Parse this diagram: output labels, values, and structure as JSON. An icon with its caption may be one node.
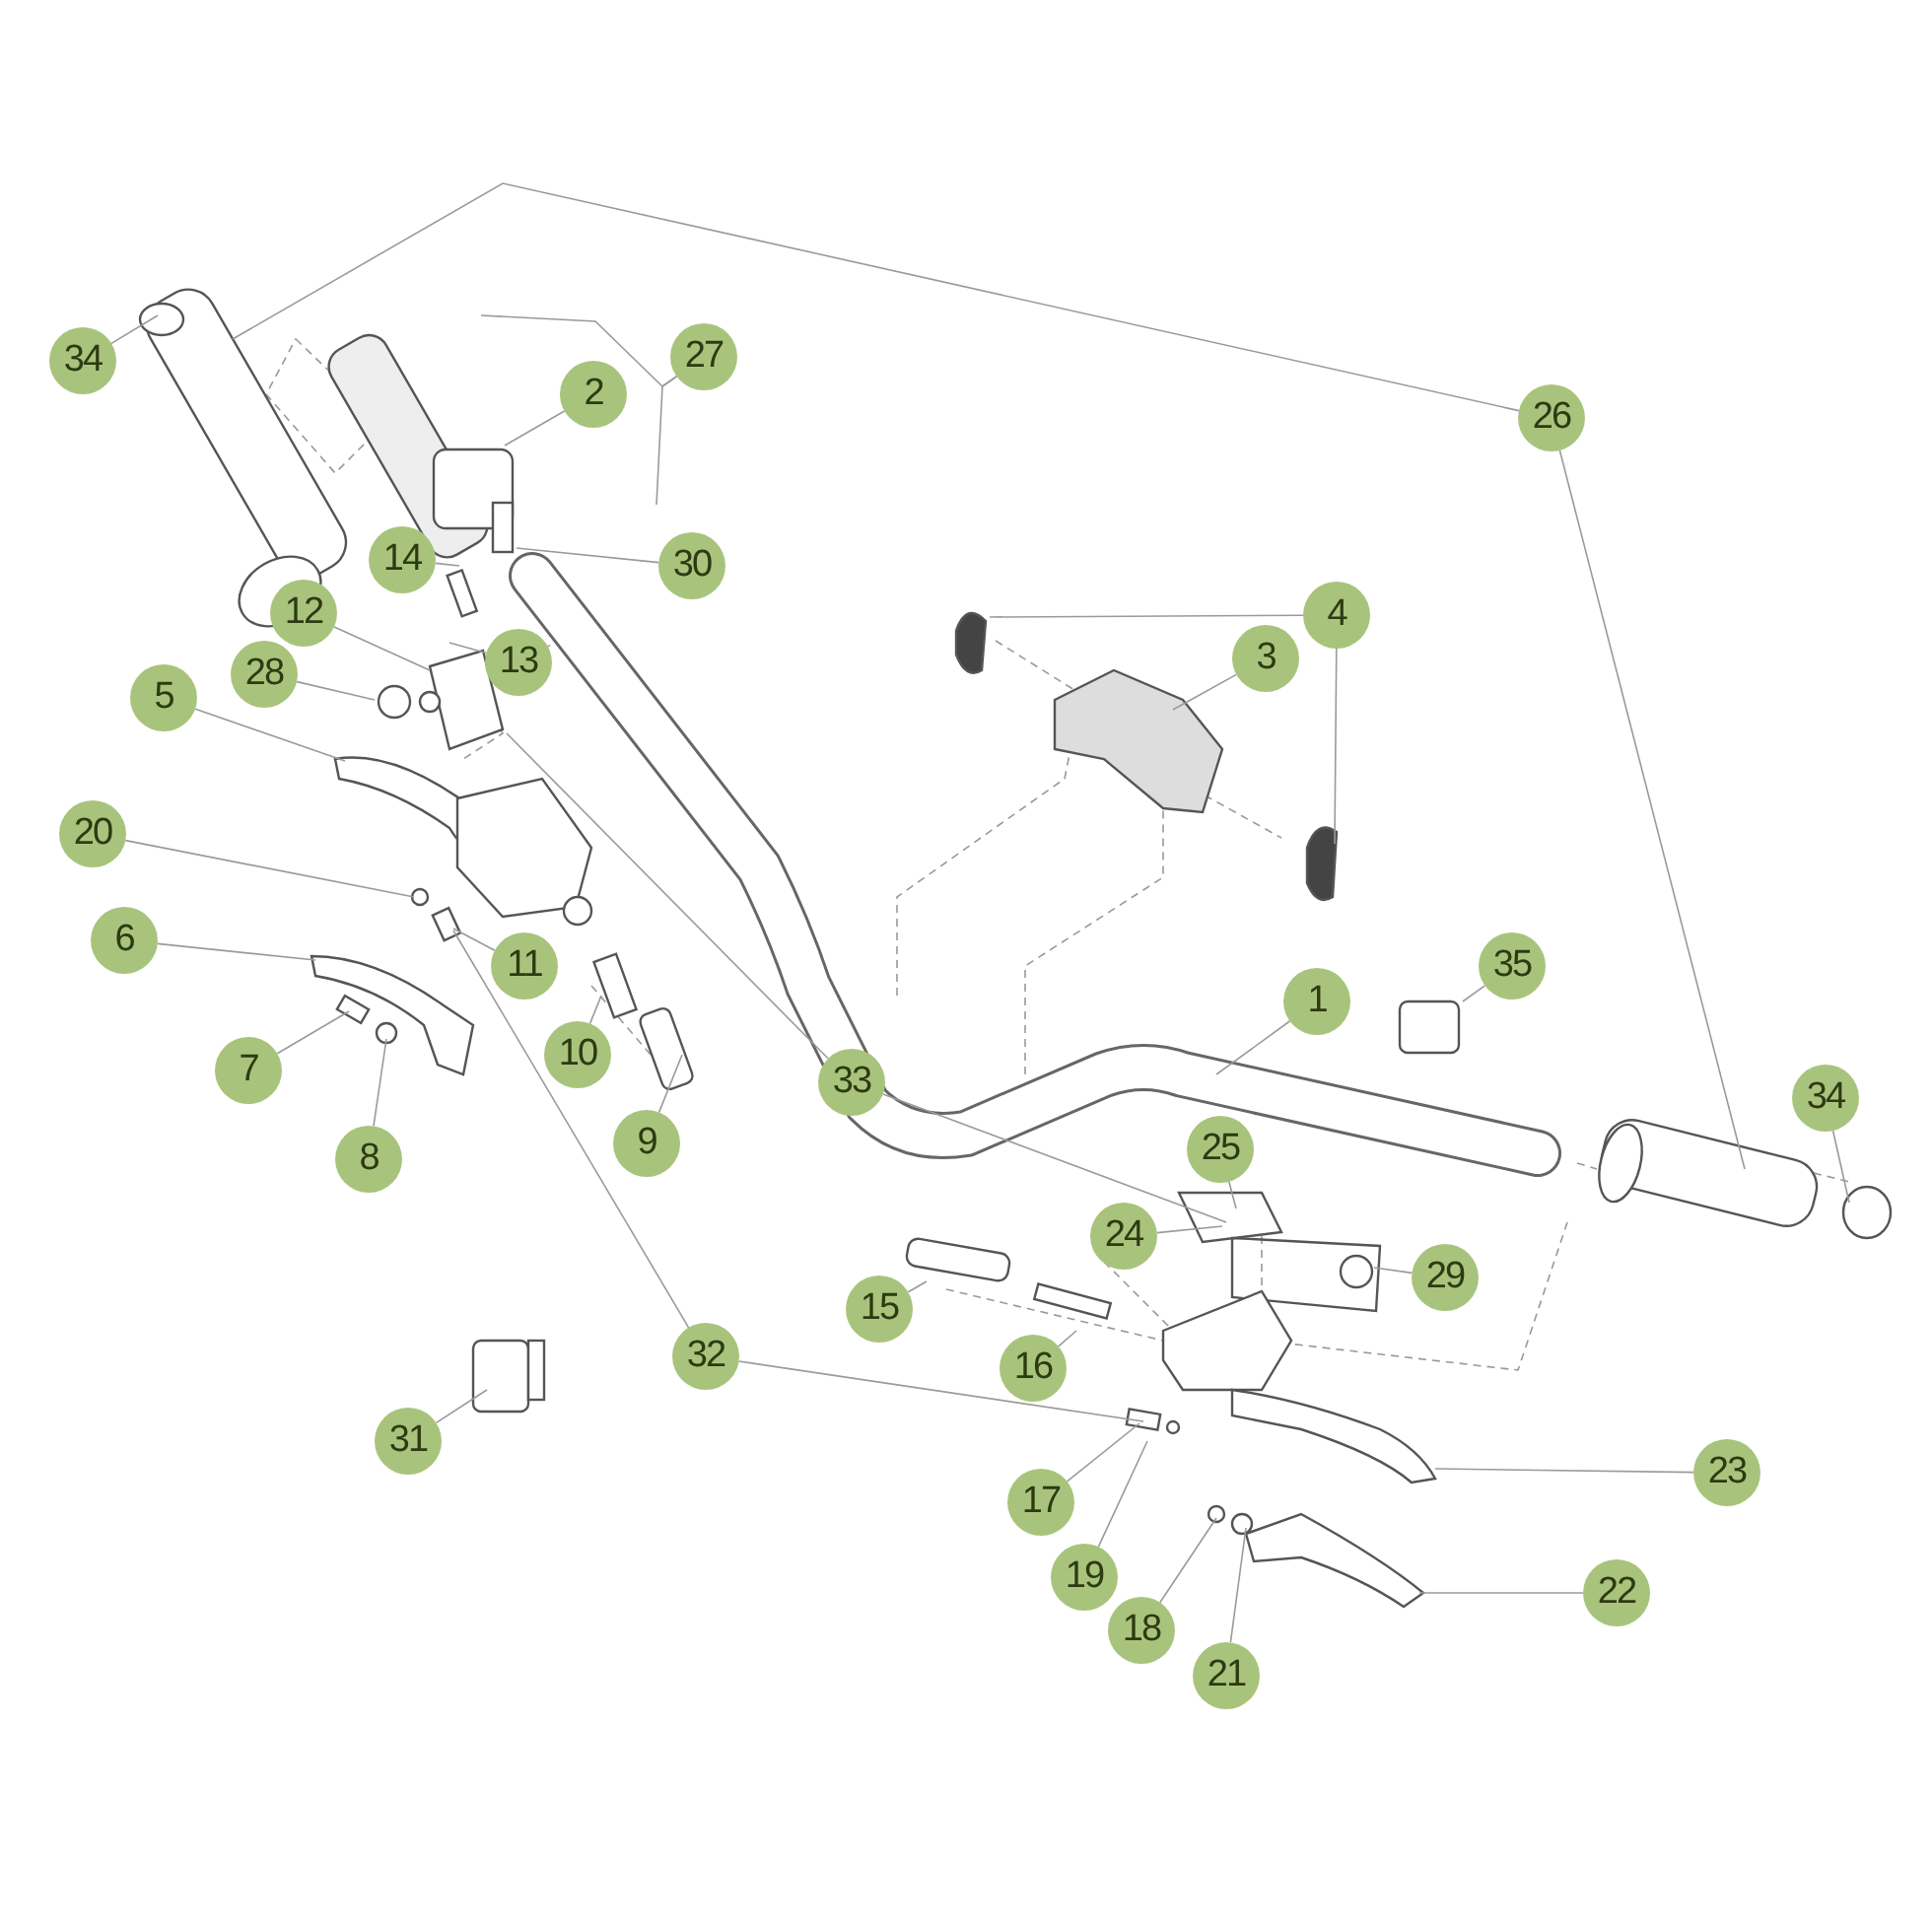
{
  "diagram": {
    "nodes": [
      {
        "text": [
          "34"
        ]
      },
      {
        "text": [
          "2"
        ]
      },
      {
        "text": [
          "27"
        ]
      },
      {
        "text": [
          "26"
        ]
      },
      {
        "text": [
          "14"
        ]
      },
      {
        "text": [
          "30"
        ]
      },
      {
        "text": [
          "12"
        ]
      },
      {
        "text": [
          "13"
        ]
      },
      {
        "text": [
          "28"
        ]
      },
      {
        "text": [
          "5"
        ]
      },
      {
        "text": [
          "4"
        ]
      },
      {
        "text": [
          "3"
        ]
      },
      {
        "text": [
          "20"
        ]
      },
      {
        "text": [
          "11"
        ]
      },
      {
        "text": [
          "6"
        ]
      },
      {
        "text": [
          "7"
        ]
      },
      {
        "text": [
          "8"
        ]
      },
      {
        "text": [
          "10"
        ]
      },
      {
        "text": [
          "9"
        ]
      },
      {
        "text": [
          "1"
        ]
      },
      {
        "text": [
          "35"
        ]
      },
      {
        "text": [
          "33"
        ]
      },
      {
        "text": [
          "25"
        ]
      },
      {
        "text": [
          "24"
        ]
      },
      {
        "text": [
          "29"
        ]
      },
      {
        "text": [
          "34"
        ]
      },
      {
        "text": [
          "15"
        ]
      },
      {
        "text": [
          "16"
        ]
      },
      {
        "text": [
          "32"
        ]
      },
      {
        "text": [
          "31"
        ]
      },
      {
        "text": [
          "17"
        ]
      },
      {
        "text": [
          "19"
        ]
      },
      {
        "text": [
          "18"
        ]
      },
      {
        "text": [
          "21"
        ]
      },
      {
        "text": [
          "23"
        ]
      },
      {
        "text": [
          "22"
        ]
      }
    ],
    "edges": [
      {
        "from": 0,
        "to": null,
        "arrow": "none"
      },
      {
        "from": 1,
        "to": null,
        "arrow": "none"
      },
      {
        "from": 2,
        "to": null,
        "arrow": "none"
      },
      {
        "from": 2,
        "to": null,
        "arrow": "none"
      },
      {
        "from": 3,
        "to": null,
        "arrow": "none"
      },
      {
        "from": 3,
        "to": null,
        "arrow": "none"
      },
      {
        "from": 4,
        "to": null,
        "arrow": "none"
      },
      {
        "from": 5,
        "to": null,
        "arrow": "none"
      },
      {
        "from": 6,
        "to": null,
        "arrow": "none"
      },
      {
        "from": 7,
        "to": null,
        "arrow": "none"
      },
      {
        "from": 8,
        "to": null,
        "arrow": "none"
      },
      {
        "from": 9,
        "to": null,
        "arrow": "none"
      },
      {
        "from": 10,
        "to": null,
        "arrow": "none"
      },
      {
        "from": 10,
        "to": null,
        "arrow": "none"
      },
      {
        "from": 11,
        "to": null,
        "arrow": "none"
      },
      {
        "from": 12,
        "to": null,
        "arrow": "none"
      },
      {
        "from": 13,
        "to": null,
        "arrow": "none"
      },
      {
        "from": 14,
        "to": null,
        "arrow": "none"
      },
      {
        "from": 15,
        "to": null,
        "arrow": "none"
      },
      {
        "from": 16,
        "to": null,
        "arrow": "none"
      },
      {
        "from": 17,
        "to": null,
        "arrow": "none"
      },
      {
        "from": 18,
        "to": null,
        "arrow": "none"
      },
      {
        "from": 19,
        "to": null,
        "arrow": "none"
      },
      {
        "from": 20,
        "to": null,
        "arrow": "none"
      },
      {
        "from": 21,
        "to": null,
        "arrow": "none"
      },
      {
        "from": 21,
        "to": null,
        "arrow": "none"
      },
      {
        "from": 22,
        "to": null,
        "arrow": "none"
      },
      {
        "from": 23,
        "to": null,
        "arrow": "none"
      },
      {
        "from": 24,
        "to": null,
        "arrow": "none"
      },
      {
        "from": 25,
        "to": null,
        "arrow": "none"
      },
      {
        "from": 26,
        "to": null,
        "arrow": "none"
      },
      {
        "from": 27,
        "to": null,
        "arrow": "none"
      },
      {
        "from": 28,
        "to": null,
        "arrow": "none"
      },
      {
        "from": 28,
        "to": null,
        "arrow": "none"
      },
      {
        "from": 29,
        "to": null,
        "arrow": "none"
      },
      {
        "from": 30,
        "to": null,
        "arrow": "none"
      },
      {
        "from": 31,
        "to": null,
        "arrow": "none"
      },
      {
        "from": 32,
        "to": null,
        "arrow": "none"
      },
      {
        "from": 33,
        "to": null,
        "arrow": "none"
      },
      {
        "from": 34,
        "to": null,
        "arrow": "none"
      },
      {
        "from": 35,
        "to": null,
        "arrow": "none"
      }
    ]
  }
}
